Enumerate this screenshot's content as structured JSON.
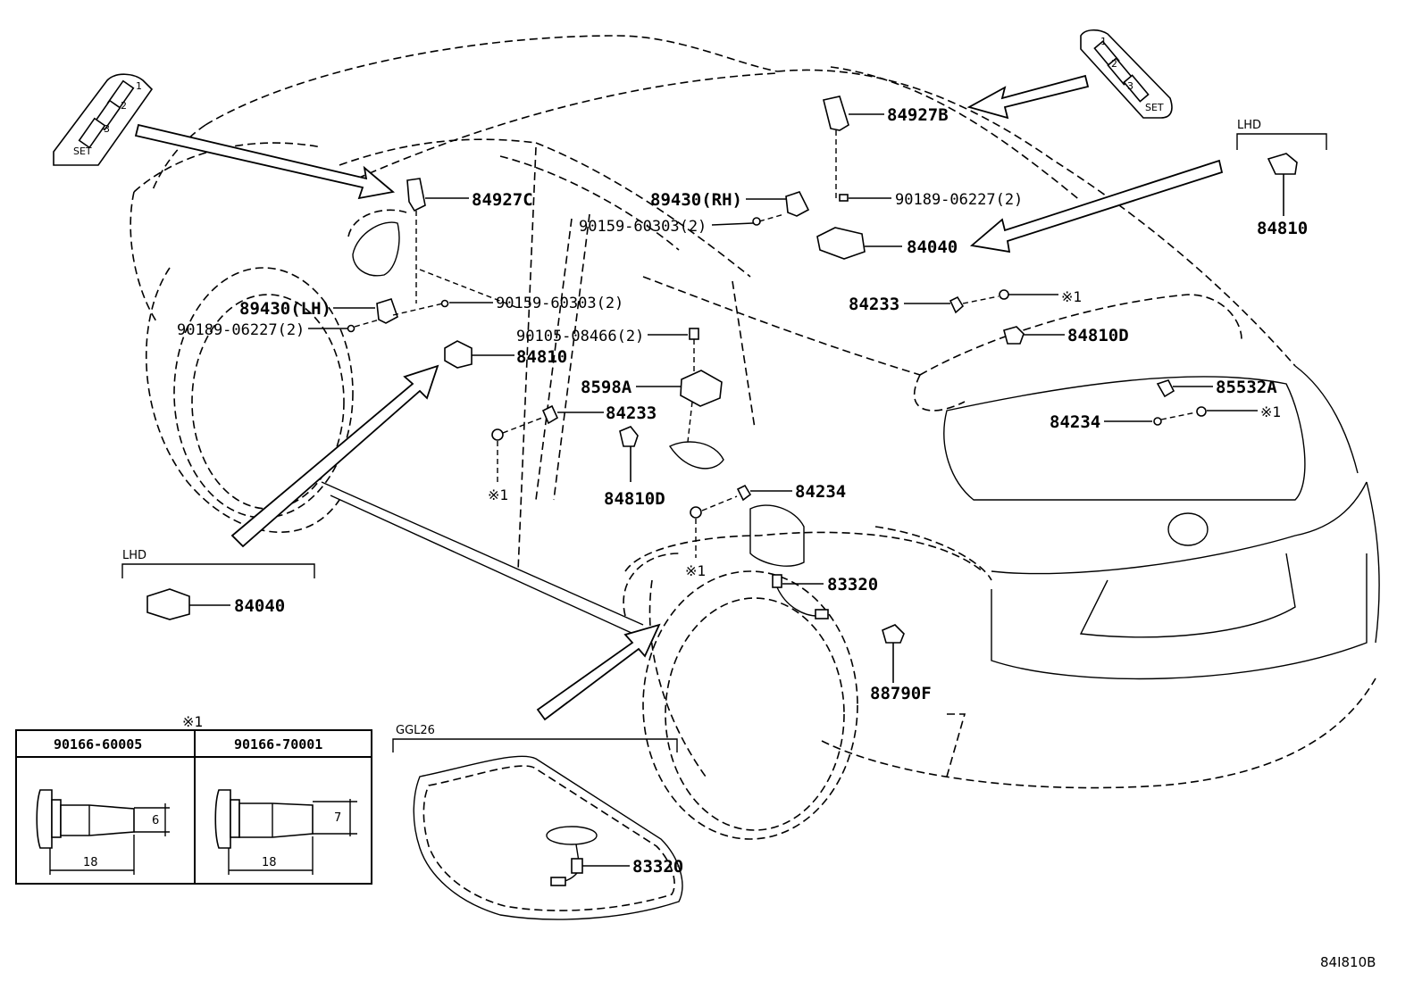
{
  "labels": {
    "p84927B": "84927B",
    "p84927C": "84927C",
    "p89430RH": "89430(RH)",
    "p90189_rh": "90189-06227(2)",
    "p90159_rh": "90159-60303(2)",
    "p84040_top": "84040",
    "p84810_lhd": "84810",
    "p89430LH": "89430(LH)",
    "p90159_lh": "90159-60303(2)",
    "p90189_lh": "90189-06227(2)",
    "p90105": "90105-08466(2)",
    "p84810_mid": "84810",
    "p84233_right": "84233",
    "p84810D_right": "84810D",
    "p8598A": "8598A",
    "p85532A": "85532A",
    "p84233_mid": "84233",
    "p84234_right": "84234",
    "p84810D_mid": "84810D",
    "p84234_mid": "84234",
    "p83320_car": "83320",
    "p84040_lhd": "84040",
    "p88790F": "88790F",
    "p83320_trunk": "83320",
    "note_mark_1": "※1",
    "note_mark_2": "※1",
    "note_mark_3": "※1",
    "note_mark_4": "※1",
    "note_mark_table": "※1",
    "lhd_top": "LHD",
    "lhd_bottom": "LHD",
    "ggl": "GGL26",
    "ref_code": "84I810B"
  },
  "switch_panel": {
    "btn1": "1",
    "btn2": "2",
    "btn3": "3",
    "set": "SET"
  },
  "table": {
    "col1_header": "90166-60005",
    "col2_header": "90166-70001",
    "col1_dim_len": "18",
    "col1_dim_dia": "6",
    "col2_dim_len": "18",
    "col2_dim_dia": "7"
  }
}
